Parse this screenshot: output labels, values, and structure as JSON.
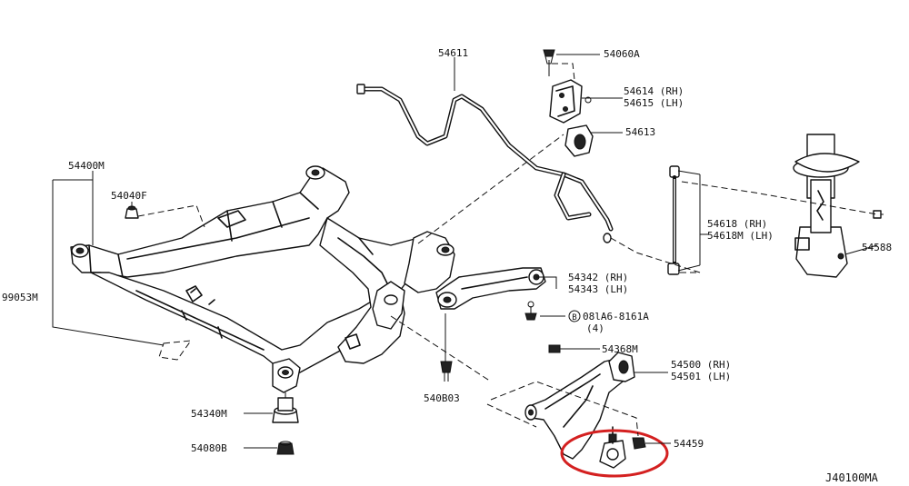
{
  "diagram_code": "J40100MA",
  "labels": {
    "p54611": "54611",
    "p54060A": "54060A",
    "p54614": "54614 (RH)",
    "p54615": "54615 (LH)",
    "p54613": "54613",
    "p54400M": "54400M",
    "p54040F": "54040F",
    "p99053M": "99053M",
    "p54618": "54618 (RH)",
    "p54618M": "54618M (LH)",
    "p54588": "54588",
    "p54342": "54342 (RH)",
    "p54343": "54343 (LH)",
    "p081A6": "08lA6-8161A",
    "p081A6_qty": "(4)",
    "p081A6_circle": "B",
    "p54368M": "54368M",
    "p54500": "54500 (RH)",
    "p54501": "54501 (LH)",
    "p540B03": "540B03",
    "p54340M": "54340M",
    "p54080B": "54080B",
    "p54459": "54459"
  },
  "highlight_color": "#d42020",
  "line_color": "#111111"
}
